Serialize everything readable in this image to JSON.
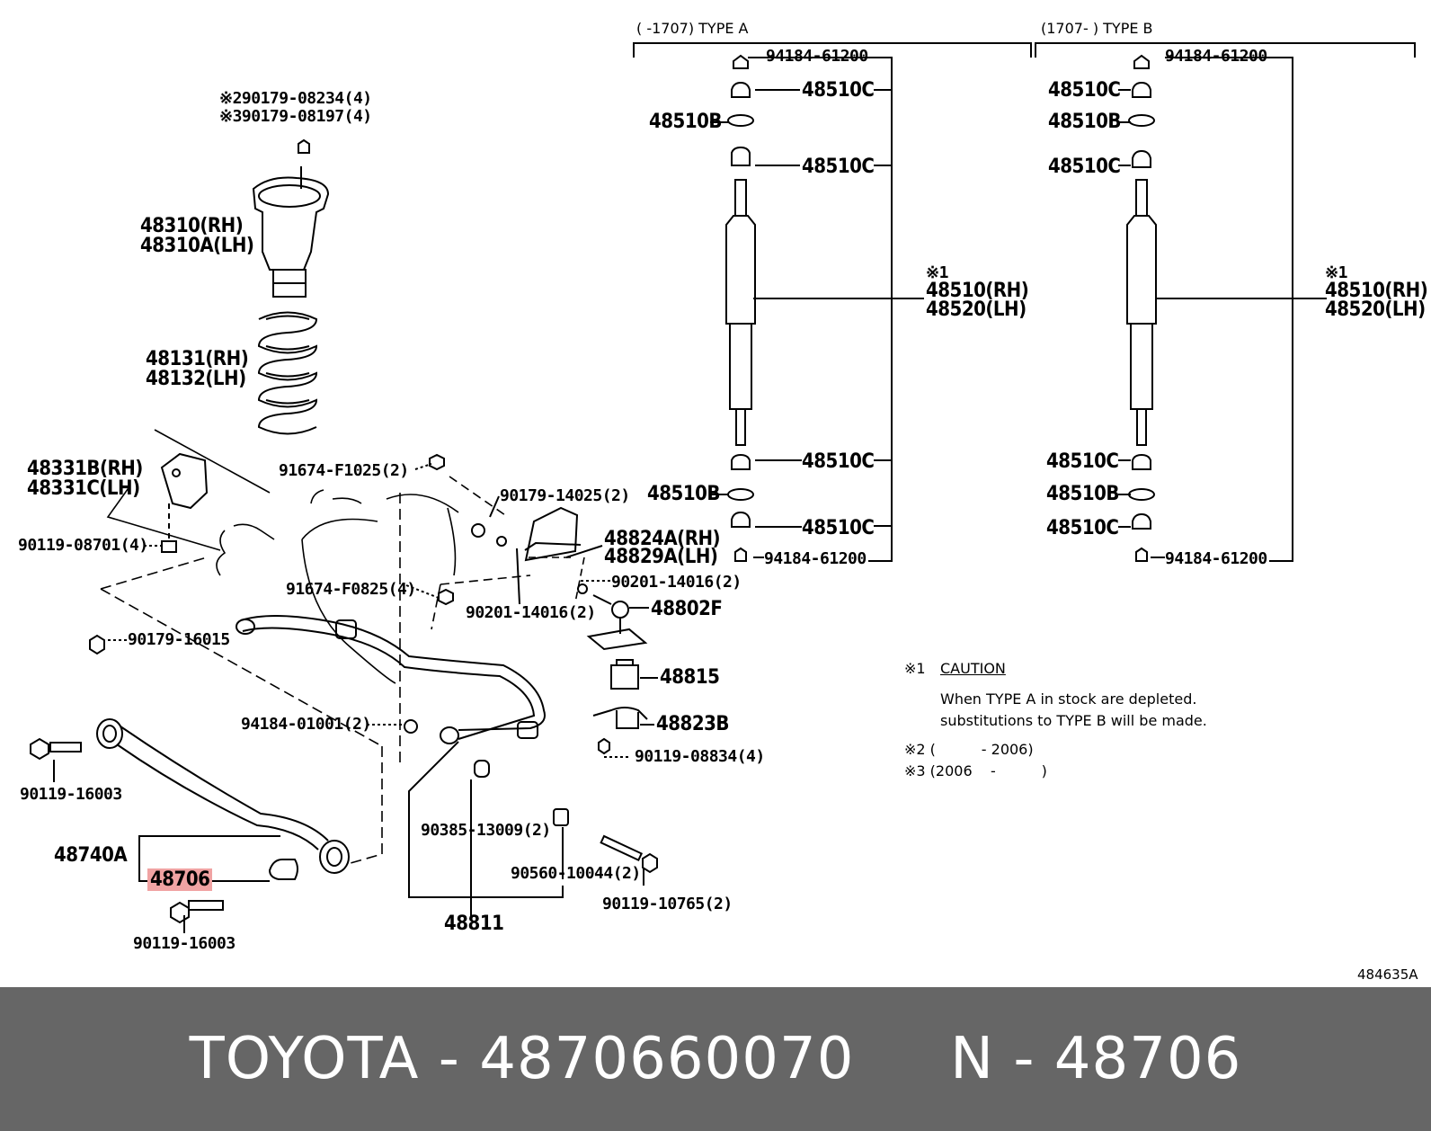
{
  "header": {
    "type_a": "( -1707) TYPE A",
    "type_b": "(1707- ) TYPE B"
  },
  "parts": {
    "p_290179": "※290179-08234(4)",
    "p_390179": "※390179-08197(4)",
    "p_48310": "48310(RH)",
    "p_48310a": "48310A(LH)",
    "p_48131": "48131(RH)",
    "p_48132": "48132(LH)",
    "p_48331b": "48331B(RH)",
    "p_48331c": "48331C(LH)",
    "p_90119_08701": "90119-08701(4)",
    "p_91674_f1025": "91674-F1025(2)",
    "p_90179_14025": "90179-14025(2)",
    "p_48824a": "48824A(RH)",
    "p_48829a": "48829A(LH)",
    "p_91674_f0825": "91674-F0825(4)",
    "p_90201_a": "90201-14016(2)",
    "p_90201_b": "90201-14016(2)",
    "p_48802f": "48802F",
    "p_90179_16015": "90179-16015",
    "p_48815": "48815",
    "p_94184_01001": "94184-01001(2)",
    "p_48823b": "48823B",
    "p_90119_08834": "90119-08834(4)",
    "p_90119_16003_a": "90119-16003",
    "p_90385": "90385-13009(2)",
    "p_48740a": "48740A",
    "p_48706": "48706",
    "p_90560": "90560-10044(2)",
    "p_90119_10765": "90119-10765(2)",
    "p_48811": "48811",
    "p_90119_16003_b": "90119-16003",
    "a_94184_top": "94184-61200",
    "a_48510c_1": "48510C",
    "a_48510b_1": "48510B",
    "a_48510c_2": "48510C",
    "a_note1": "※1",
    "a_48510rh": "48510(RH)",
    "a_48520lh": "48520(LH)",
    "a_48510c_3": "48510C",
    "a_48510b_2": "48510B",
    "a_48510c_4": "48510C",
    "a_94184_bot": "94184-61200",
    "b_94184_top": "94184-61200",
    "b_48510c_1": "48510C",
    "b_48510b_1": "48510B",
    "b_48510c_2": "48510C",
    "b_note1": "※1",
    "b_48510rh": "48510(RH)",
    "b_48520lh": "48520(LH)",
    "b_48510c_3": "48510C",
    "b_48510b_2": "48510B",
    "b_48510c_4": "48510C",
    "b_94184_bot": "94184-61200"
  },
  "notes": {
    "n1_mark": "※1",
    "n1_title": "CAUTION",
    "n1_line1": "When TYPE A in stock are depleted.",
    "n1_line2": "substitutions to TYPE B will be made.",
    "n2": "※2 (          - 2006)",
    "n3": "※3 (2006    -          )"
  },
  "figure_id": "484635A",
  "highlight_color": "#f0a3a3",
  "footer": {
    "text": "TOYOTA - 4870660070     N - 48706",
    "background": "#666666"
  }
}
